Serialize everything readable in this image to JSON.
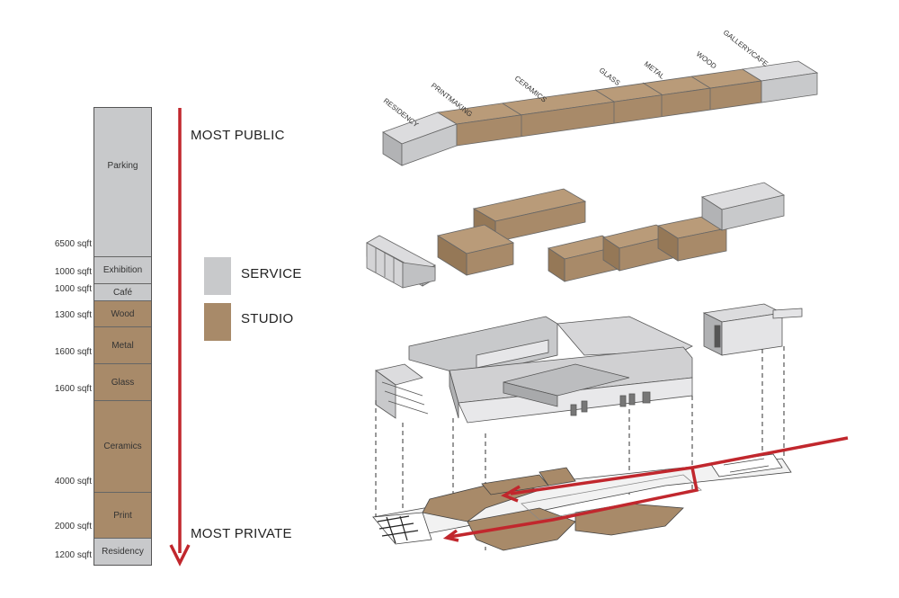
{
  "programs": [
    {
      "name": "Parking",
      "sqft": "6500 sqft",
      "kind": "service"
    },
    {
      "name": "Exhibition",
      "sqft": "1000 sqft",
      "kind": "service"
    },
    {
      "name": "Café",
      "sqft": "1000 sqft",
      "kind": "service"
    },
    {
      "name": "Wood",
      "sqft": "1300 sqft",
      "kind": "studio"
    },
    {
      "name": "Metal",
      "sqft": "1600 sqft",
      "kind": "studio"
    },
    {
      "name": "Glass",
      "sqft": "1600 sqft",
      "kind": "studio"
    },
    {
      "name": "Ceramics",
      "sqft": "4000 sqft",
      "kind": "studio"
    },
    {
      "name": "Print",
      "sqft": "2000 sqft",
      "kind": "studio"
    },
    {
      "name": "Residency",
      "sqft": "1200 sqft",
      "kind": "service"
    }
  ],
  "axis": {
    "top_label": "MOST PUBLIC",
    "bottom_label": "MOST PRIVATE"
  },
  "legend": [
    {
      "label": "SERVICE",
      "color": "#c8c9cb"
    },
    {
      "label": "STUDIO",
      "color": "#a88a69"
    }
  ],
  "massing_labels": [
    "RESIDENCY",
    "PRINTMAKING",
    "CERAMICS",
    "GLASS",
    "METAL",
    "WOOD",
    "GALLERY/CAFE"
  ],
  "colors": {
    "service": "#c8c9cb",
    "studio": "#a88a69",
    "arrow": "#c1272d"
  }
}
